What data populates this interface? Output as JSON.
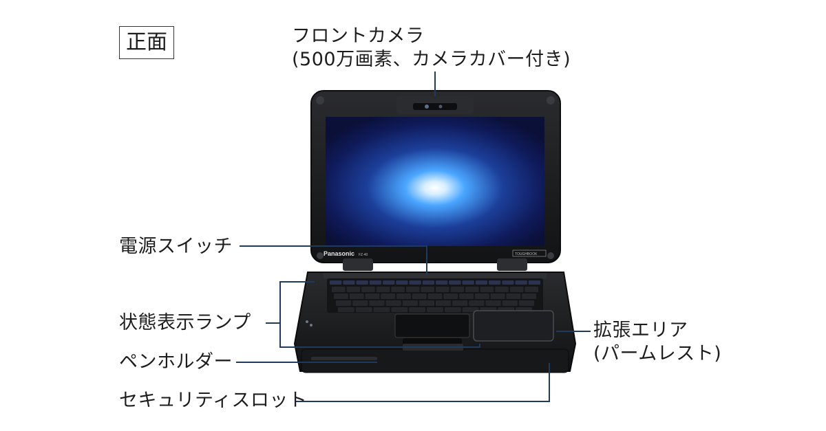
{
  "view_label": "正面",
  "callouts": {
    "front_camera": {
      "line1": "フロントカメラ",
      "line2": "(500万画素、カメラカバー付き)"
    },
    "power_switch": "電源スイッチ",
    "status_lamp": "状態表示ランプ",
    "pen_holder": "ペンホルダー",
    "security_slot": "セキュリティスロット",
    "expansion_area": {
      "line1": "拡張エリア",
      "line2": "(パームレスト)"
    }
  },
  "device": {
    "brand": "Panasonic",
    "model": "FZ-40",
    "badge": "TOUGHBOOK"
  },
  "colors": {
    "leader_line": "#1f3a5f",
    "body": "#1a1b1d",
    "screen_center": "#ffffff",
    "screen_glow": "#4aa6ff",
    "screen_edge": "#0b1038"
  }
}
